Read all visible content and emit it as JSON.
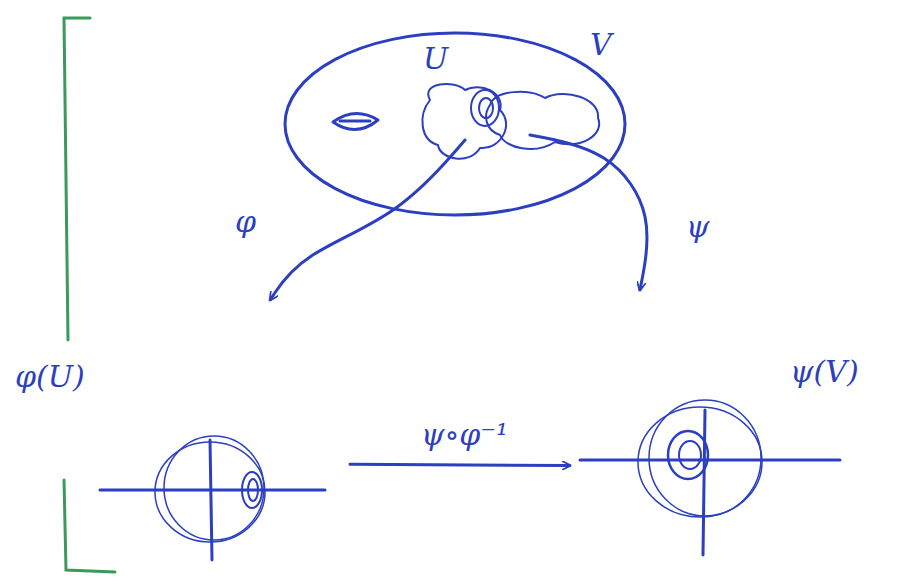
{
  "diagram": {
    "nodes": [
      {
        "text": [
          "U"
        ]
      },
      {
        "text": [
          "V"
        ]
      },
      {
        "text": [
          "φ(U)"
        ]
      },
      {
        "text": [
          "ψ(V)"
        ]
      }
    ],
    "edges": [
      {
        "from": 0,
        "to": 2,
        "arrow": "to",
        "label": "φ"
      },
      {
        "from": 1,
        "to": 3,
        "arrow": "to",
        "label": "ψ"
      },
      {
        "from": 2,
        "to": 3,
        "arrow": "to",
        "label": "ψ∘φ⁻¹"
      }
    ]
  }
}
